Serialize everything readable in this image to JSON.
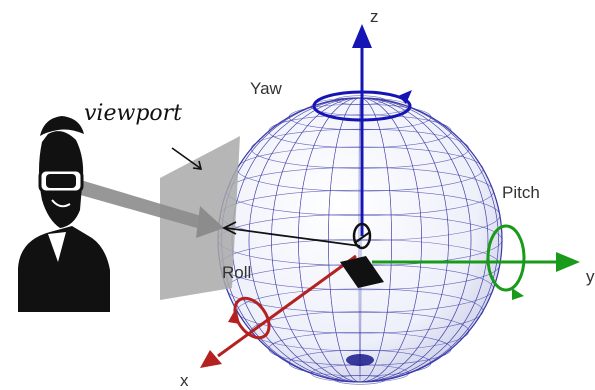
{
  "labels": {
    "viewport": "viewport",
    "yaw": "Yaw",
    "pitch": "Pitch",
    "roll": "Roll",
    "axis_x": "x",
    "axis_y": "y",
    "axis_z": "z"
  },
  "colors": {
    "sphere_mesh": "#3a3aa8",
    "axis_z": "#1515b5",
    "axis_y": "#1a9a1a",
    "axis_x": "#b52020",
    "viewport_plane": "#a9a9a9",
    "gaze_arrow": "#8c8c8c",
    "person": "#111111"
  },
  "icons": {
    "viewer": "person-with-hmd-icon",
    "yaw_rotation": "rotation-arrow-icon",
    "pitch_rotation": "rotation-arrow-icon",
    "roll_rotation": "rotation-arrow-icon"
  }
}
